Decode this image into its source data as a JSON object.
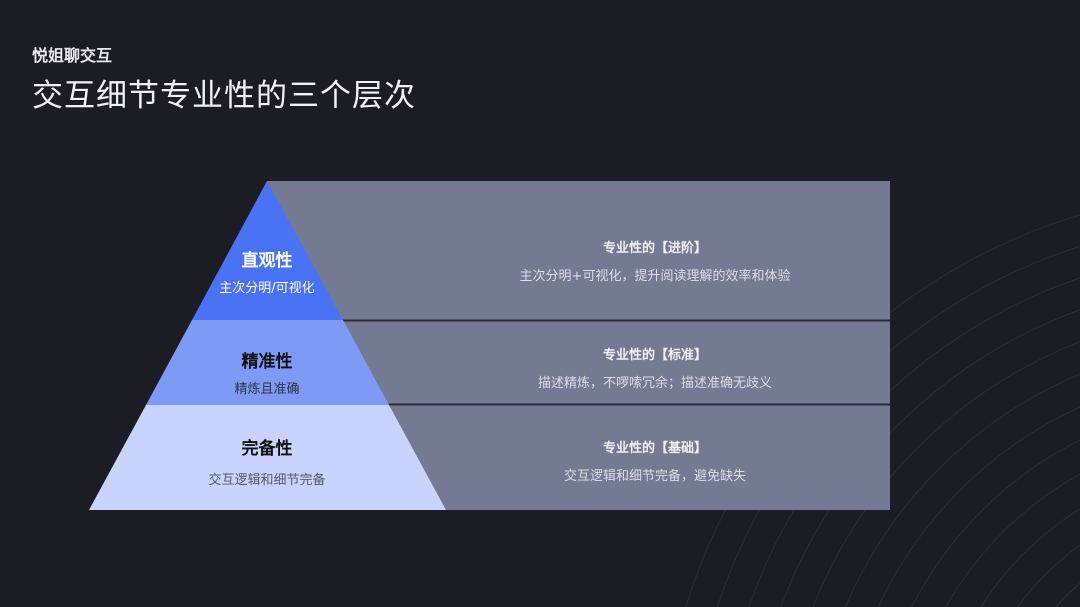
{
  "header": {
    "brand": "悦姐聊交互",
    "title": "交互细节专业性的三个层次"
  },
  "pyramid": {
    "tiers": [
      {
        "name": "直观性",
        "sub": "主次分明/可视化",
        "color": "#4a72f5",
        "text_color": "#ffffff"
      },
      {
        "name": "精准性",
        "sub": "精炼且准确",
        "color": "#7d9af6",
        "text_color": "#111111"
      },
      {
        "name": "完备性",
        "sub": "交互逻辑和细节完备",
        "color": "#c8d4fd",
        "text_color": "#111111"
      }
    ]
  },
  "levels": [
    {
      "title": "专业性的【进阶】",
      "desc": "主次分明+可视化，提升阅读理解的效率和体验"
    },
    {
      "title": "专业性的【标准】",
      "desc": "描述精炼，不啰嗦冗余；描述准确无歧义"
    },
    {
      "title": "专业性的【基础】",
      "desc": "交互逻辑和细节完备，避免缺失"
    }
  ],
  "colors": {
    "background": "#1c1c24",
    "panel": "#737a92",
    "divider": "#2a2b34"
  }
}
